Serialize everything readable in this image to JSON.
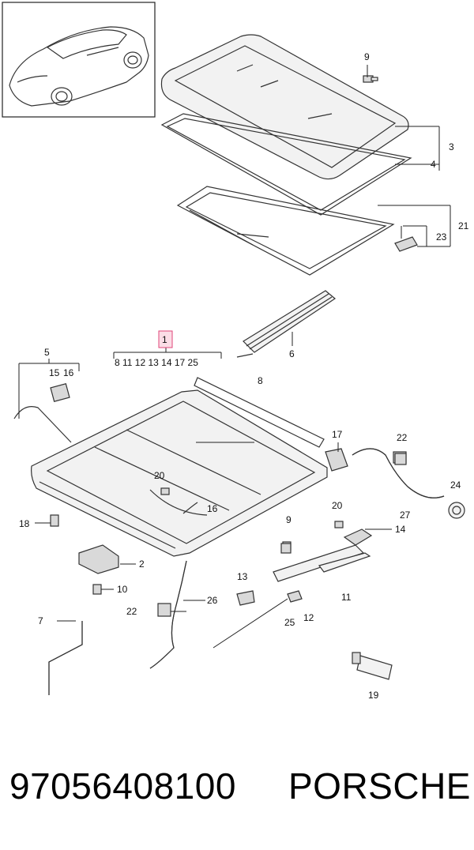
{
  "diagram": {
    "callouts": {
      "c1": "1",
      "c2": "2",
      "c3": "3",
      "c4": "4",
      "c5": "5",
      "c6": "6",
      "c7": "7",
      "c8": "8",
      "c9a": "9",
      "c9b": "9",
      "c10": "10",
      "c11": "11",
      "c12": "12",
      "c13": "13",
      "c14": "14",
      "c15": "15",
      "c16a": "16",
      "c16b": "16",
      "c17": "17",
      "c18": "18",
      "c19": "19",
      "c20a": "20",
      "c20b": "20",
      "c21": "21",
      "c22a": "22",
      "c22b": "22",
      "c23": "23",
      "c24": "24",
      "c25": "25",
      "c26": "26",
      "c27": "27"
    },
    "assembly_1_components": "8 11 12 13 14 17 25",
    "highlighted_callout": "1",
    "highlight_color": "#e0467a"
  },
  "footer": {
    "part_number": "97056408100",
    "brand": "PORSCHE"
  }
}
